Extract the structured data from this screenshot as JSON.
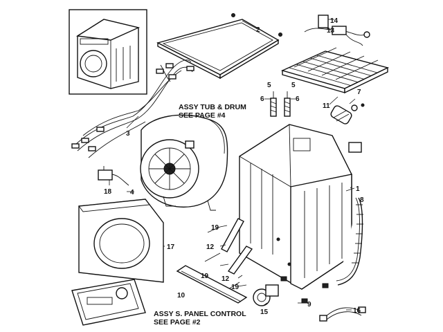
{
  "notes": {
    "tub_drum_line1": "ASSY TUB & DRUM",
    "tub_drum_line2": "SEE PAGE #4",
    "panel_line1": "ASSY S. PANEL CONTROL",
    "panel_line2": "SEE PAGE #2"
  },
  "labels": {
    "p1": "1",
    "p2": "2",
    "p3": "3",
    "p4": "4",
    "p5a": "5",
    "p5b": "5",
    "p6a": "6",
    "p6b": "6",
    "p7": "7",
    "p8": "8",
    "p9": "9",
    "p10": "10",
    "p11": "11",
    "p12a": "12",
    "p12b": "12",
    "p13": "13",
    "p14": "14",
    "p15": "15",
    "p16": "16",
    "p17": "17",
    "p18": "18",
    "p19a": "19",
    "p19b": "19",
    "p19c": "19"
  }
}
